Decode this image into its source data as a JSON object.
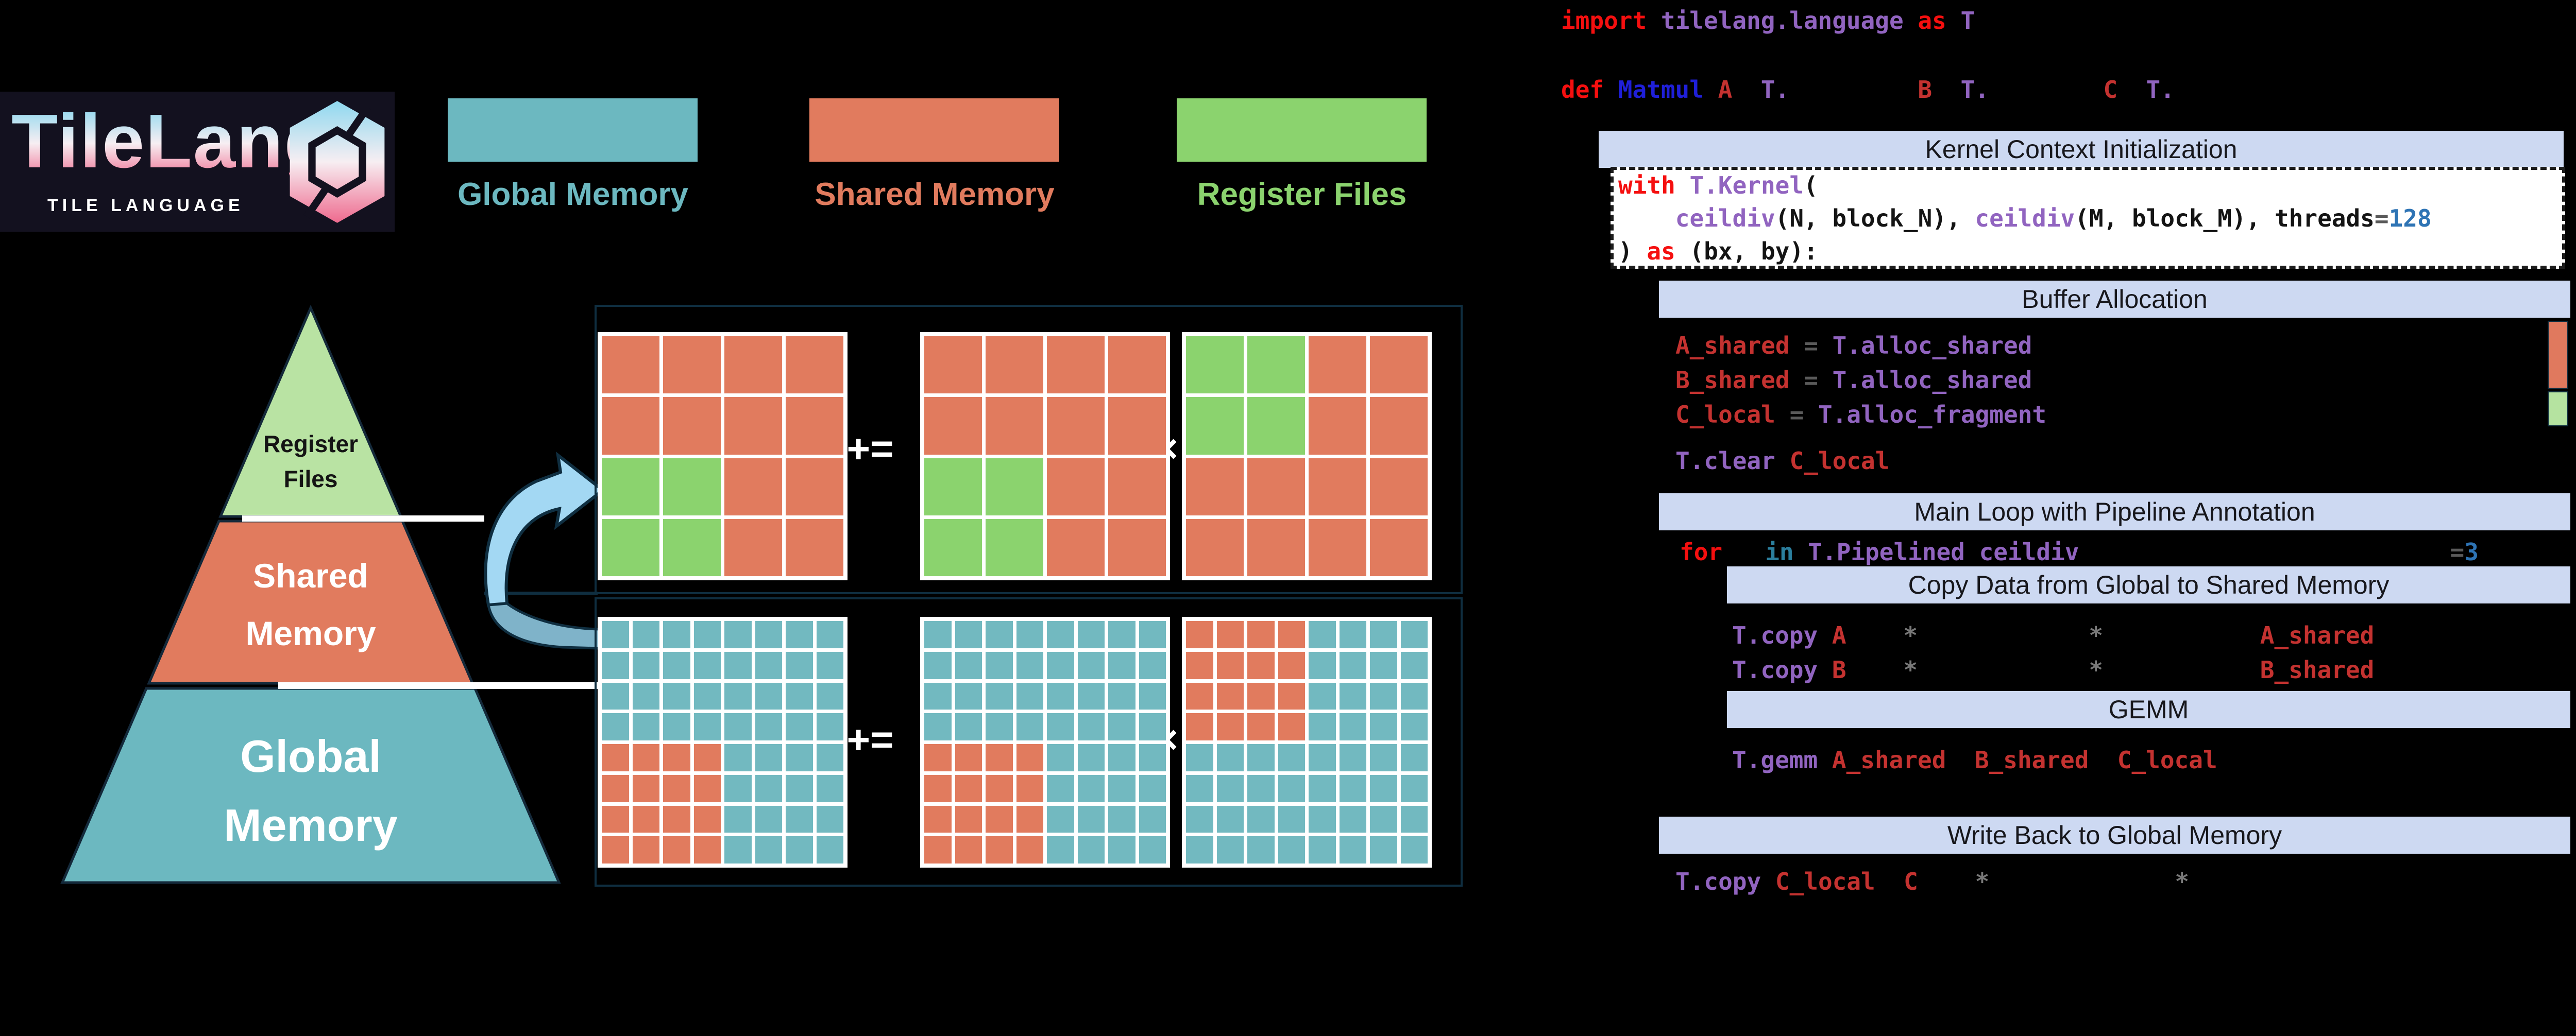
{
  "logo": {
    "title": "TileLang",
    "subtitle": "TILE LANGUAGE",
    "gradient": [
      "#8fd8ef",
      "#f7eef2",
      "#ee6a8e"
    ]
  },
  "legend": {
    "items": [
      {
        "label": "Global Memory",
        "color": "#6cb8c0"
      },
      {
        "label": "Shared Memory",
        "color": "#e17b5e"
      },
      {
        "label": "Register Files",
        "color": "#8bd36e"
      }
    ]
  },
  "pyramid": {
    "levels": [
      {
        "label_lines": [
          "Register",
          "Files"
        ],
        "color": "#b9e3a3",
        "text_color": "#141414"
      },
      {
        "label_lines": [
          "Shared",
          "Memory"
        ],
        "color": "#e17b5e",
        "text_color": "#ffffff"
      },
      {
        "label_lines": [
          "Global",
          "Memory"
        ],
        "color": "#6cb8c0",
        "text_color": "#ffffff"
      }
    ]
  },
  "cell_colors": {
    "s": "#e17b5e",
    "g": "#8bd36e",
    "t": "#72b9c0"
  },
  "matrix_rows": [
    {
      "id": "shared-level-tiles",
      "operators": [
        "+=",
        "×"
      ],
      "grids": [
        {
          "rows": [
            "ssss",
            "ssss",
            "ggss",
            "ggss"
          ]
        },
        {
          "rows": [
            "ssss",
            "ssss",
            "ggss",
            "ggss"
          ]
        },
        {
          "rows": [
            "ggss",
            "ggss",
            "ssss",
            "ssss"
          ]
        }
      ]
    },
    {
      "id": "global-level-tiles",
      "operators": [
        "+=",
        "×"
      ],
      "grids": [
        {
          "rows": [
            "tttttttt",
            "tttttttt",
            "tttttttt",
            "tttttttt",
            "sssstttt",
            "sssstttt",
            "sssstttt",
            "sssstttt"
          ]
        },
        {
          "rows": [
            "tttttttt",
            "tttttttt",
            "tttttttt",
            "tttttttt",
            "sssstttt",
            "sssstttt",
            "sssstttt",
            "sssstttt"
          ]
        },
        {
          "rows": [
            "sssstttt",
            "sssstttt",
            "sssstttt",
            "sssstttt",
            "tttttttt",
            "tttttttt",
            "tttttttt",
            "tttttttt"
          ]
        }
      ]
    }
  ],
  "code": {
    "banners": [
      {
        "id": "kernel",
        "label": "Kernel Context Initialization"
      },
      {
        "id": "buffer",
        "label": "Buffer Allocation"
      },
      {
        "id": "mainloop",
        "label": "Main Loop with Pipeline Annotation"
      },
      {
        "id": "copydata",
        "label": "Copy Data from Global to Shared Memory"
      },
      {
        "id": "gemm",
        "label": "GEMM"
      },
      {
        "id": "writeback",
        "label": "Write Back to Global Memory"
      }
    ],
    "lines": [
      {
        "id": "import",
        "segs": [
          [
            "kw",
            "import "
          ],
          [
            "typ",
            "tilelang.language "
          ],
          [
            "kw",
            "as "
          ],
          [
            "typ",
            "T"
          ]
        ]
      },
      {
        "id": "def",
        "segs": [
          [
            "kw",
            "def "
          ],
          [
            "fn",
            "Matmul"
          ],
          [
            "sp",
            " "
          ],
          [
            "var",
            "A"
          ],
          [
            "sp",
            "  "
          ],
          [
            "typ",
            "T."
          ],
          [
            "sp",
            "         "
          ],
          [
            "var",
            "B"
          ],
          [
            "sp",
            "  "
          ],
          [
            "typ",
            "T."
          ],
          [
            "sp",
            "        "
          ],
          [
            "var",
            "C"
          ],
          [
            "sp",
            "  "
          ],
          [
            "typ",
            "T."
          ]
        ]
      },
      {
        "id": "with_kernel",
        "segs": [
          [
            "kw",
            "with "
          ],
          [
            "typ",
            "T.Kernel"
          ],
          [
            "blk",
            "("
          ]
        ]
      },
      {
        "id": "ceildiv_args",
        "segs": [
          [
            "sp",
            "    "
          ],
          [
            "typ",
            "ceildiv"
          ],
          [
            "blk",
            "(N, block_N), "
          ],
          [
            "typ",
            "ceildiv"
          ],
          [
            "blk",
            "(M, block_M), threads"
          ],
          [
            "eq",
            "="
          ],
          [
            "num",
            "128"
          ]
        ]
      },
      {
        "id": "as_bx_by",
        "segs": [
          [
            "blk",
            ") "
          ],
          [
            "kw",
            "as"
          ],
          [
            "blk",
            " (bx, by):"
          ]
        ]
      },
      {
        "id": "a_shared",
        "segs": [
          [
            "var",
            "A_shared"
          ],
          [
            "eq",
            " = "
          ],
          [
            "typ",
            "T.alloc_shared"
          ]
        ]
      },
      {
        "id": "b_shared",
        "segs": [
          [
            "var",
            "B_shared"
          ],
          [
            "eq",
            " = "
          ],
          [
            "typ",
            "T.alloc_shared"
          ]
        ]
      },
      {
        "id": "c_local",
        "segs": [
          [
            "var",
            "C_local"
          ],
          [
            "eq",
            " = "
          ],
          [
            "typ",
            "T.alloc_fragment"
          ]
        ]
      },
      {
        "id": "t_clear",
        "segs": [
          [
            "typ",
            "T.clear "
          ],
          [
            "var",
            "C_local"
          ]
        ]
      },
      {
        "id": "for_loop",
        "segs": [
          [
            "kw",
            "for"
          ],
          [
            "sp",
            "   "
          ],
          [
            "in",
            "in "
          ],
          [
            "typ",
            "T.Pipelined ceildiv"
          ],
          [
            "sp",
            "                          "
          ],
          [
            "eq",
            "="
          ],
          [
            "num",
            "3"
          ]
        ]
      },
      {
        "id": "copy_a",
        "segs": [
          [
            "typ",
            "T.copy "
          ],
          [
            "var",
            "A"
          ],
          [
            "sp",
            "    "
          ],
          [
            "star",
            "*"
          ],
          [
            "sp",
            "            "
          ],
          [
            "star",
            "*"
          ],
          [
            "sp",
            "           "
          ],
          [
            "var",
            "A_shared"
          ]
        ]
      },
      {
        "id": "copy_b",
        "segs": [
          [
            "typ",
            "T.copy "
          ],
          [
            "var",
            "B"
          ],
          [
            "sp",
            "    "
          ],
          [
            "star",
            "*"
          ],
          [
            "sp",
            "            "
          ],
          [
            "star",
            "*"
          ],
          [
            "sp",
            "           "
          ],
          [
            "var",
            "B_shared"
          ]
        ]
      },
      {
        "id": "t_gemm",
        "segs": [
          [
            "typ",
            "T.gemm "
          ],
          [
            "var",
            "A_shared"
          ],
          [
            "sp",
            "  "
          ],
          [
            "var",
            "B_shared"
          ],
          [
            "sp",
            "  "
          ],
          [
            "var",
            "C_local"
          ]
        ]
      },
      {
        "id": "copy_c",
        "segs": [
          [
            "typ",
            "T.copy "
          ],
          [
            "var",
            "C_local"
          ],
          [
            "sp",
            "  "
          ],
          [
            "var",
            "C"
          ],
          [
            "sp",
            "    "
          ],
          [
            "star",
            "*"
          ],
          [
            "sp",
            "             "
          ],
          [
            "star",
            "*"
          ]
        ]
      }
    ],
    "alloc_bars": [
      {
        "name": "shared-alloc-bar",
        "color": "#e0795e"
      },
      {
        "name": "fragment-alloc-bar",
        "color": "#b5e3a0"
      }
    ]
  },
  "colors": {
    "background": "#000000",
    "banner_bg": "#cdd9f2",
    "box_border": "#0f2e40",
    "arrow_light": "#a3d8f3",
    "arrow_dark": "#7fb3c9",
    "logo_bg": "#13111f"
  }
}
